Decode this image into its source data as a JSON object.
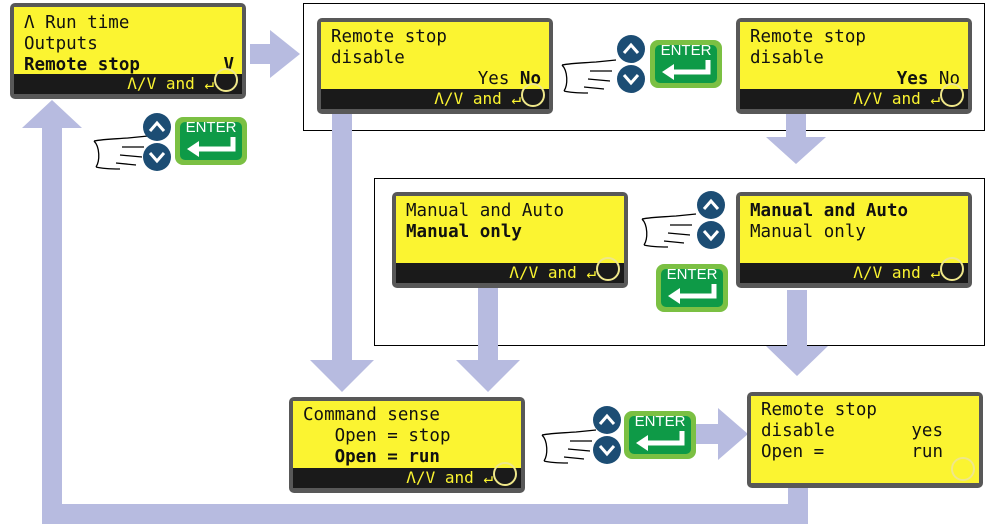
{
  "screens": {
    "main_menu": {
      "lines": [
        {
          "left": "Λ Run time",
          "right": ""
        },
        {
          "left": "Outputs",
          "right": ""
        },
        {
          "left": "Remote stop",
          "right": "V"
        }
      ],
      "nav": "Λ/V and ↵"
    },
    "remote_disable_no": {
      "lines": [
        {
          "left": "Remote stop",
          "right": ""
        },
        {
          "left": "disable",
          "right": ""
        }
      ],
      "option_a": "Yes",
      "option_b": "No",
      "nav": "Λ/V and ↵"
    },
    "remote_disable_yes": {
      "lines": [
        {
          "left": "Remote stop",
          "right": ""
        },
        {
          "left": "disable",
          "right": ""
        }
      ],
      "option_a": "Yes",
      "option_b": "No",
      "nav": "Λ/V and ↵"
    },
    "mode_manual_only": {
      "lines": [
        {
          "left": "Manual and Auto",
          "right": ""
        },
        {
          "left": "Manual only",
          "right": ""
        }
      ],
      "nav": "Λ/V and ↵"
    },
    "mode_manual_auto": {
      "lines": [
        {
          "left": "Manual and Auto",
          "right": ""
        },
        {
          "left": "Manual only",
          "right": ""
        }
      ],
      "nav": "Λ/V and ↵"
    },
    "command_sense": {
      "lines": [
        {
          "left": "Command sense",
          "right": ""
        },
        {
          "left": "   Open = stop",
          "right": ""
        },
        {
          "left": "   Open = run",
          "right": ""
        }
      ],
      "nav": "Λ/V and ↵"
    },
    "summary": {
      "lines": [
        {
          "left": "Remote stop",
          "right": ""
        },
        {
          "left": "disable",
          "right": "yes"
        },
        {
          "left": "Open =",
          "right": "run"
        }
      ]
    }
  },
  "controls": {
    "enter_label": "ENTER"
  },
  "colors": {
    "lcd_yellow": "#fbf431",
    "lcd_frame": "#585858",
    "arrow": "#b7bbe0",
    "button_blue": "#1c4d74",
    "enter_green": "#0e9a47"
  }
}
